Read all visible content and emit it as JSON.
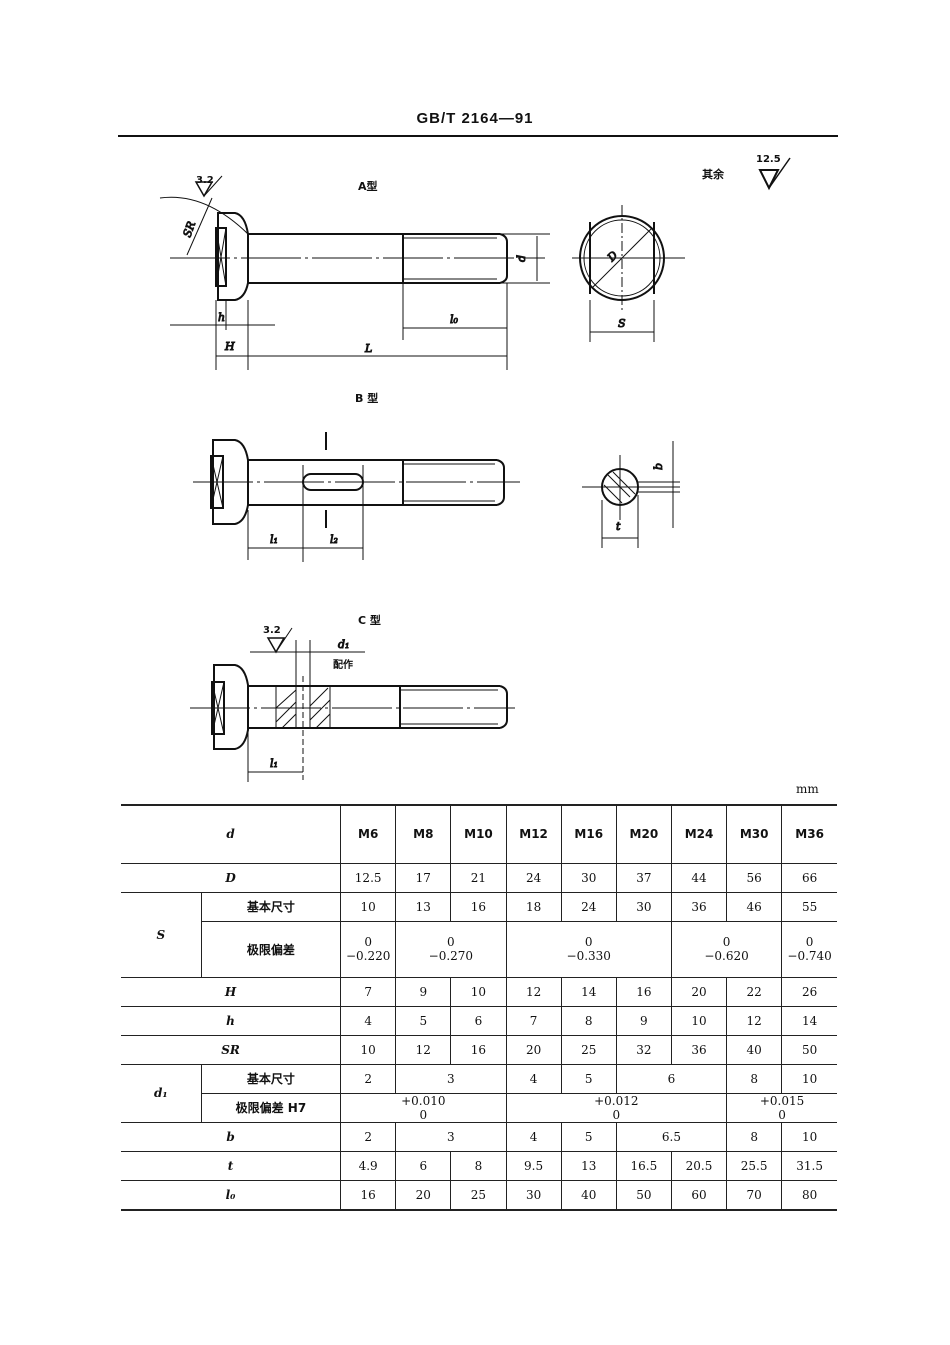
{
  "header": {
    "standard": "GB/T 2164—91"
  },
  "surface_finish": {
    "rest_label": "其余",
    "rest_value": "12.5",
    "head_value": "3.2",
    "hole_value": "3.2"
  },
  "views": {
    "type_a": "A型",
    "type_b": "B 型",
    "type_c": "C 型",
    "hole_label": "d₁",
    "hole_note": "配作",
    "dims": {
      "SR": "SR",
      "d": "d",
      "D": "D",
      "S": "S",
      "h": "h",
      "H": "H",
      "L": "L",
      "l0": "l₀",
      "l1": "l₁",
      "l2": "l₂",
      "b": "b",
      "t": "t"
    }
  },
  "table": {
    "unit": "mm",
    "columns": [
      "M6",
      "M8",
      "M10",
      "M12",
      "M16",
      "M20",
      "M24",
      "M30",
      "M36"
    ],
    "row_labels": {
      "d": "d",
      "D": "D",
      "S": "S",
      "basic": "基本尺寸",
      "limit": "极限偏差",
      "H": "H",
      "h": "h",
      "SR": "SR",
      "d1": "d₁",
      "limit_h7": "极限偏差 H7",
      "b": "b",
      "t": "t",
      "l0": "l₀"
    },
    "D": [
      "12.5",
      "17",
      "21",
      "24",
      "30",
      "37",
      "44",
      "56",
      "66"
    ],
    "S_basic": [
      "10",
      "13",
      "16",
      "18",
      "24",
      "30",
      "36",
      "46",
      "55"
    ],
    "S_limit": [
      {
        "upper": "0",
        "lower": "−0.220",
        "span": 1
      },
      {
        "upper": "0",
        "lower": "−0.270",
        "span": 2
      },
      {
        "upper": "0",
        "lower": "−0.330",
        "span": 3
      },
      {
        "upper": "0",
        "lower": "−0.620",
        "span": 2
      },
      {
        "upper": "0",
        "lower": "−0.740",
        "span": 1
      }
    ],
    "H": [
      "7",
      "9",
      "10",
      "12",
      "14",
      "16",
      "20",
      "22",
      "26"
    ],
    "h": [
      "4",
      "5",
      "6",
      "7",
      "8",
      "9",
      "10",
      "12",
      "14"
    ],
    "SR": [
      "10",
      "12",
      "16",
      "20",
      "25",
      "32",
      "36",
      "40",
      "50"
    ],
    "d1_basic": [
      {
        "v": "2",
        "span": 1
      },
      {
        "v": "3",
        "span": 2
      },
      {
        "v": "4",
        "span": 1
      },
      {
        "v": "5",
        "span": 1
      },
      {
        "v": "6",
        "span": 2
      },
      {
        "v": "8",
        "span": 1
      },
      {
        "v": "10",
        "span": 1
      }
    ],
    "d1_limit": [
      {
        "upper": "+0.010",
        "lower": "0",
        "span": 3
      },
      {
        "upper": "+0.012",
        "lower": "0",
        "span": 4
      },
      {
        "upper": "+0.015",
        "lower": "0",
        "span": 2
      }
    ],
    "b": [
      {
        "v": "2",
        "span": 1
      },
      {
        "v": "3",
        "span": 2
      },
      {
        "v": "4",
        "span": 1
      },
      {
        "v": "5",
        "span": 1
      },
      {
        "v": "6.5",
        "span": 2
      },
      {
        "v": "8",
        "span": 1
      },
      {
        "v": "10",
        "span": 1
      }
    ],
    "t": [
      "4.9",
      "6",
      "8",
      "9.5",
      "13",
      "16.5",
      "20.5",
      "25.5",
      "31.5"
    ],
    "l0": [
      "16",
      "20",
      "25",
      "30",
      "40",
      "50",
      "60",
      "70",
      "80"
    ]
  }
}
